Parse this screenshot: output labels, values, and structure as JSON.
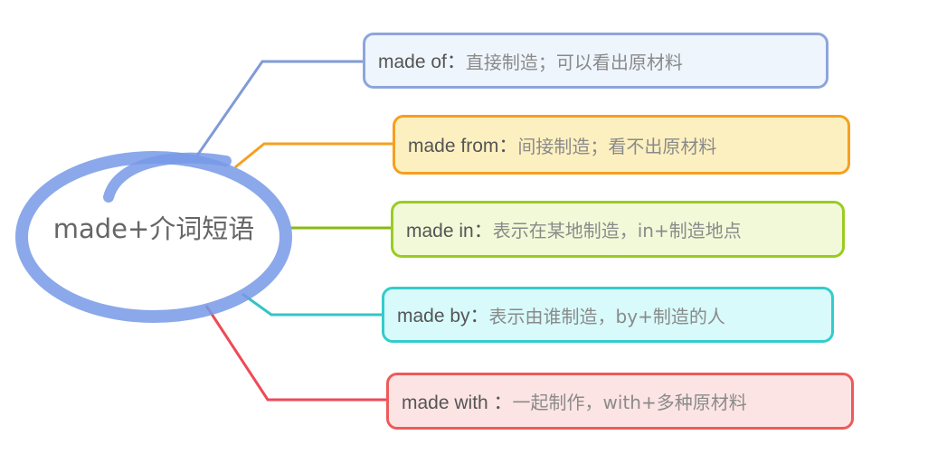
{
  "center": {
    "label": "made+介词短语",
    "color": "#6f93e6"
  },
  "branches": [
    {
      "key": "made of：",
      "desc": "直接制造；可以看出原材料",
      "border": "#8ea5dc",
      "bg": "#eef5fd"
    },
    {
      "key": "made from：",
      "desc": "间接制造；看不出原材料",
      "border": "#f5a020",
      "bg": "#fdf0c0"
    },
    {
      "key": "made in：",
      "desc": "表示在某地制造，in+制造地点",
      "border": "#99cc22",
      "bg": "#f2f9d8"
    },
    {
      "key": "made by：",
      "desc": "表示由谁制造，by+制造的人",
      "border": "#33cccc",
      "bg": "#d8fafa"
    },
    {
      "key": "made with ：",
      "desc": "一起制作，with+多种原材料",
      "border": "#ee5a5a",
      "bg": "#fde4e4"
    }
  ]
}
